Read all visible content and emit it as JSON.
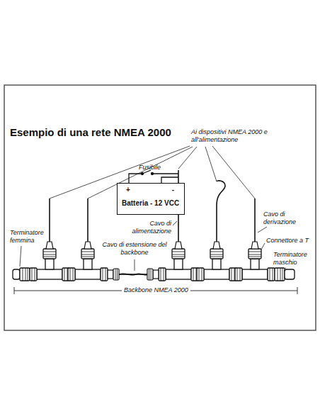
{
  "diagram": {
    "title": "Esempio di una rete NMEA 2000",
    "nodes": [
      {
        "text": [
          "+",
          "-",
          "Batteria - 12 VCC"
        ]
      }
    ],
    "labels": [
      "Ai dispositivi NMEA 2000 e all'alimentazione",
      "Fusibile",
      "Cavo di alimentazione",
      "Cavo di derivazione",
      "Terminatore femmina",
      "Cavo di estensione del backbone",
      "Connettore a T",
      "Terminatore maschio",
      "Backbone NMEA 2000"
    ]
  }
}
